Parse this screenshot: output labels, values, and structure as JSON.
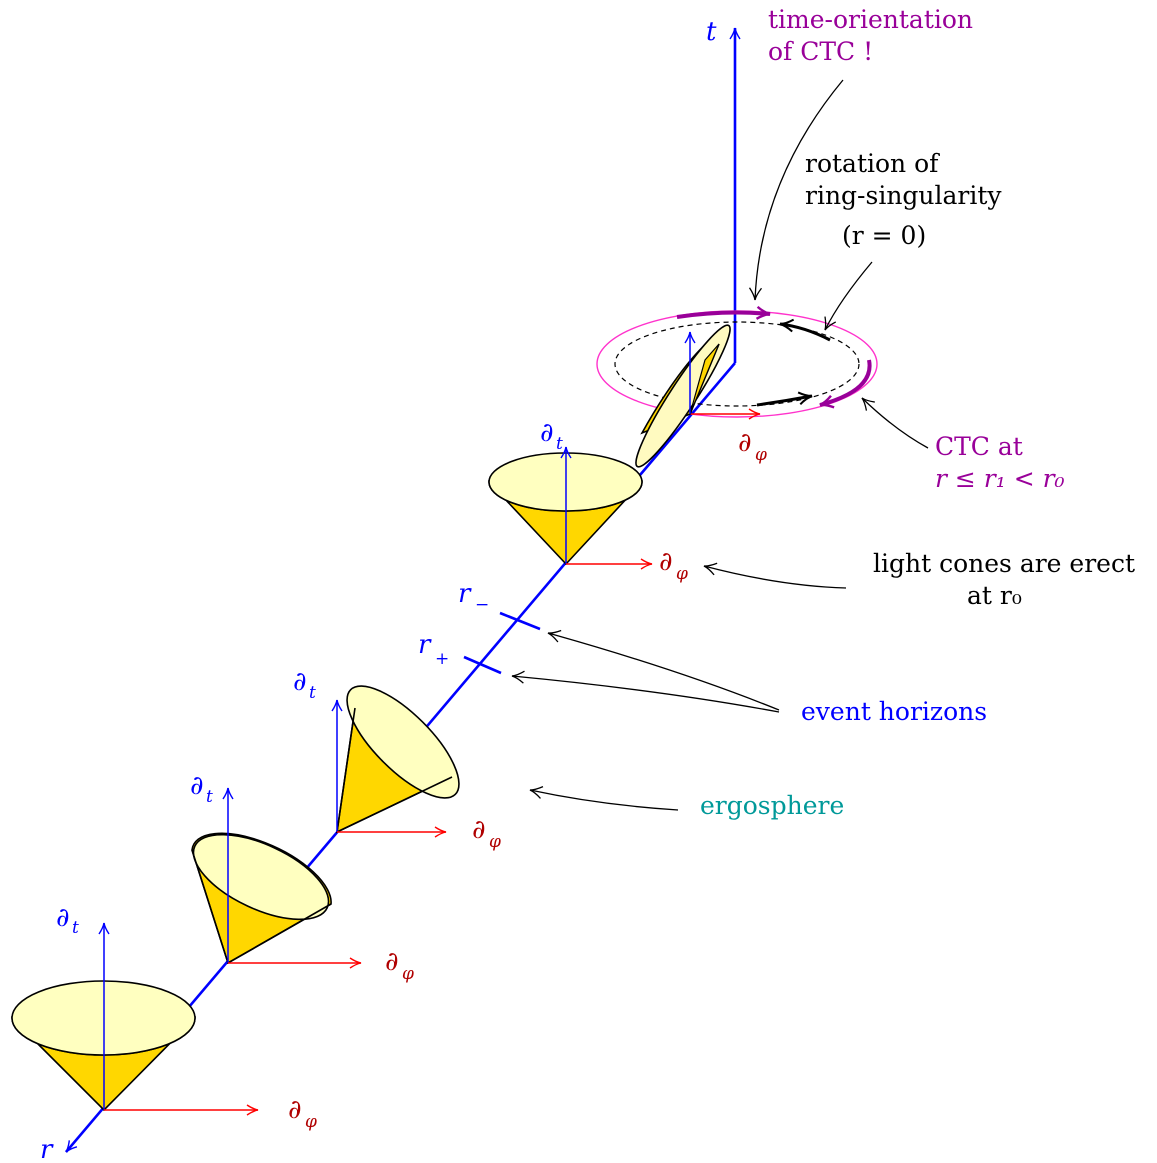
{
  "colors": {
    "axis": "#0000ff",
    "vector_t": "#0000ff",
    "vector_phi": "#ff0000",
    "label_phi": "#b00000",
    "cone_fill": "#ffd700",
    "cone_top": "#ffffc0",
    "ctc": "#990099",
    "ctc_ring": "#ff33cc",
    "ergo": "#009999",
    "text": "#000000"
  },
  "axes": {
    "t_label": "t",
    "r_label": "r"
  },
  "vectors": {
    "dt_symbol": "∂",
    "dt_sub": "t",
    "dphi_symbol": "∂",
    "dphi_sub": "φ"
  },
  "horizons": {
    "r_minus_symbol": "r",
    "r_minus_sub": "−",
    "r_plus_symbol": "r",
    "r_plus_sub": "+"
  },
  "annotations": {
    "time_orientation_line1": "time-orientation",
    "time_orientation_line2": "of CTC !",
    "rotation_line1": "rotation of",
    "rotation_line2": "ring-singularity",
    "rotation_line3": "(r = 0)",
    "ctc_line1": "CTC at",
    "ctc_line2": "r ≤ r₁ < r₀",
    "erect_line1": "light cones are erect",
    "erect_line2": "at r₀",
    "event_horizons": "event horizons",
    "ergosphere": "ergosphere"
  },
  "icons": {
    "light_cone": "light-cone-icon",
    "vector_arrow": "arrow-icon"
  }
}
